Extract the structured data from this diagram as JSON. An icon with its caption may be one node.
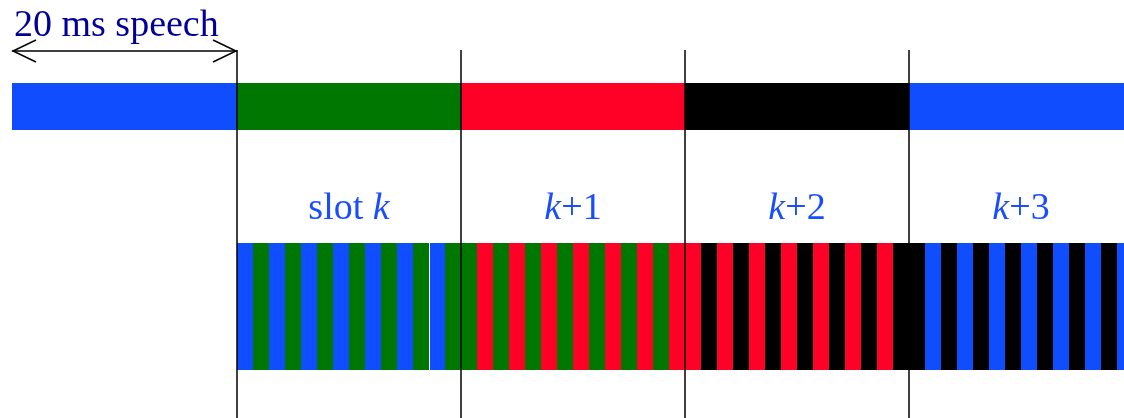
{
  "diagram": {
    "labels": [
      "20 ms speech",
      "slot *k*",
      "*k*+1",
      "*k*+2",
      "*k*+3"
    ]
  }
}
